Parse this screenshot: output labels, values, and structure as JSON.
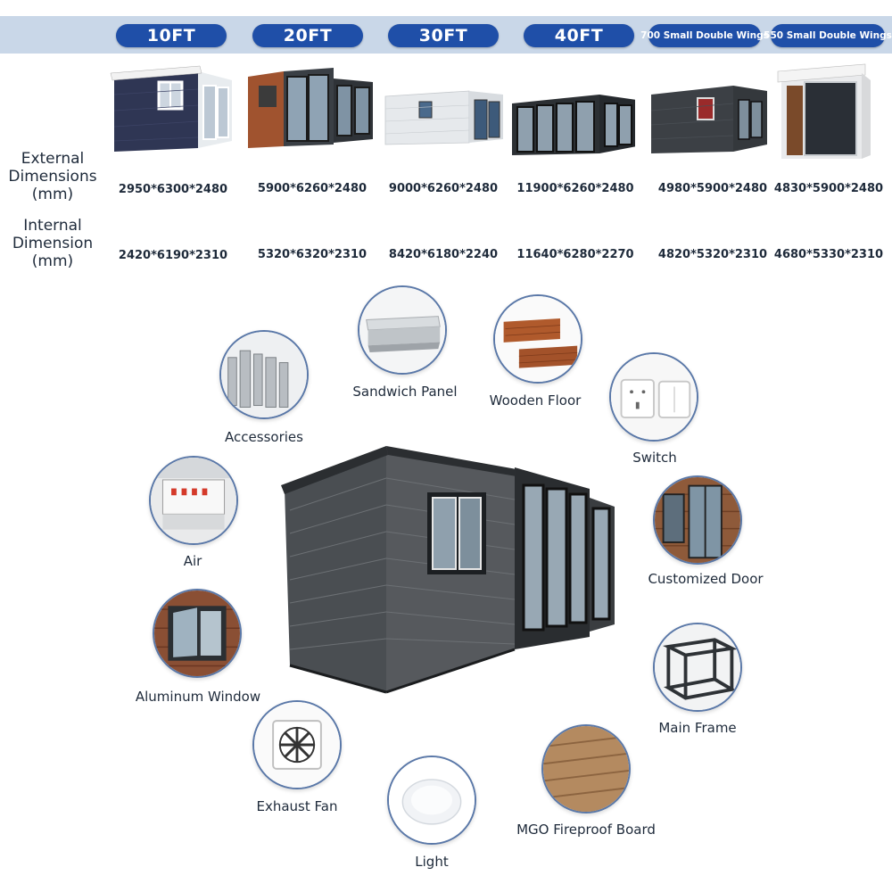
{
  "header": {
    "sizes": [
      "10FT",
      "20FT",
      "30FT",
      "40FT",
      "700 Small Double Wings",
      "550 Small Double Wings"
    ]
  },
  "labels": {
    "external": [
      "External",
      "Dimensions",
      "(mm)"
    ],
    "internal": [
      "Internal",
      "Dimension",
      "(mm)"
    ]
  },
  "external_dims": [
    "2950*6300*2480",
    "5900*6260*2480",
    "9000*6260*2480",
    "11900*6260*2480",
    "4980*5900*2480",
    "4830*5900*2480"
  ],
  "internal_dims": [
    "2420*6190*2310",
    "5320*6320*2310",
    "8420*6180*2240",
    "11640*6280*2270",
    "4820*5320*2310",
    "4680*5330*2310"
  ],
  "features": {
    "sandwich_panel": "Sandwich Panel",
    "wooden_floor": "Wooden Floor",
    "accessories": "Accessories",
    "switch": "Switch",
    "air": "Air",
    "customized_door": "Customized Door",
    "aluminum_window": "Aluminum Window",
    "main_frame": "Main Frame",
    "exhaust_fan": "Exhaust Fan",
    "mgo_fireproof_board": "MGO Fireproof Board",
    "light": "Light"
  },
  "colors": {
    "header_band": "#c9d7e8",
    "pill": "#1f4fa8",
    "text": "#1e2a3a",
    "circle_border": "#5a78a8"
  }
}
